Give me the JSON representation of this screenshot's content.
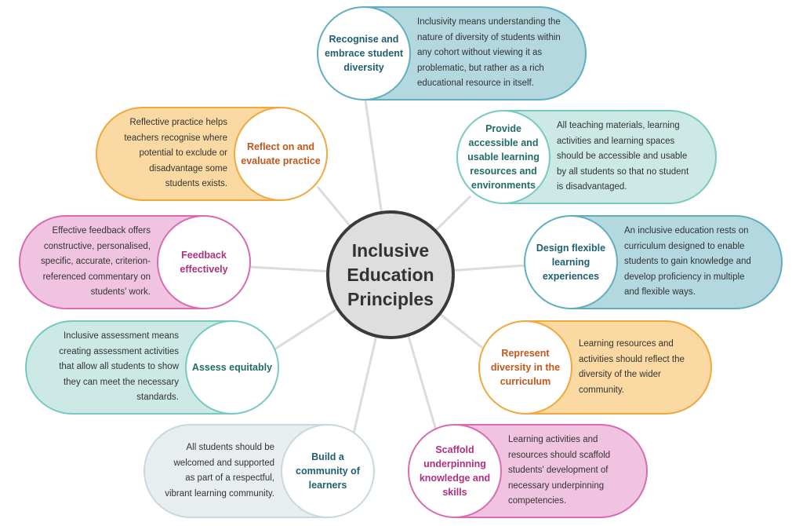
{
  "center_title": "Inclusive Education Principles",
  "principles": [
    {
      "title": "Recognise and embrace student diversity",
      "description": "Inclusivity means understanding the nature of diversity of students within any cohort without viewing it as problematic, but rather as a rich educational resource in itself."
    },
    {
      "title": "Provide accessible and usable learning resources and environments",
      "description": "All teaching materials, learning activities and learning spaces should be accessible and usable by all students so that no student is disadvantaged."
    },
    {
      "title": "Design flexible learning experiences",
      "description": "An inclusive education rests on curriculum designed to enable students to gain knowledge and develop proficiency in multiple and flexible ways."
    },
    {
      "title": "Represent diversity in the curriculum",
      "description": "Learning resources and activities should reflect the diversity of the wider community."
    },
    {
      "title": "Scaffold underpinning knowledge and skills",
      "description": "Learning activities and resources should scaffold students' development of necessary underpinning competencies."
    },
    {
      "title": "Build a community of learners",
      "description": "All students should be welcomed and supported as part of a respectful, vibrant learning community."
    },
    {
      "title": "Assess equitably",
      "description": "Inclusive assessment means creating assessment activities that allow all students to show they can meet the necessary standards."
    },
    {
      "title": "Feedback effectively",
      "description": "Effective feedback offers constructive, personalised, specific, accurate, criterion-referenced commentary on students' work."
    },
    {
      "title": "Reflect on and evaluate practice",
      "description": "Reflective practice helps teachers recognise where potential to exclude or disadvantage some students exists."
    }
  ],
  "colors": {
    "teal_dark": "#62aebf",
    "teal_light": "#78c9c1",
    "orange": "#f0a83f",
    "pink": "#d96bb0",
    "grey": "#c9d8dc",
    "center": "#dedede"
  }
}
